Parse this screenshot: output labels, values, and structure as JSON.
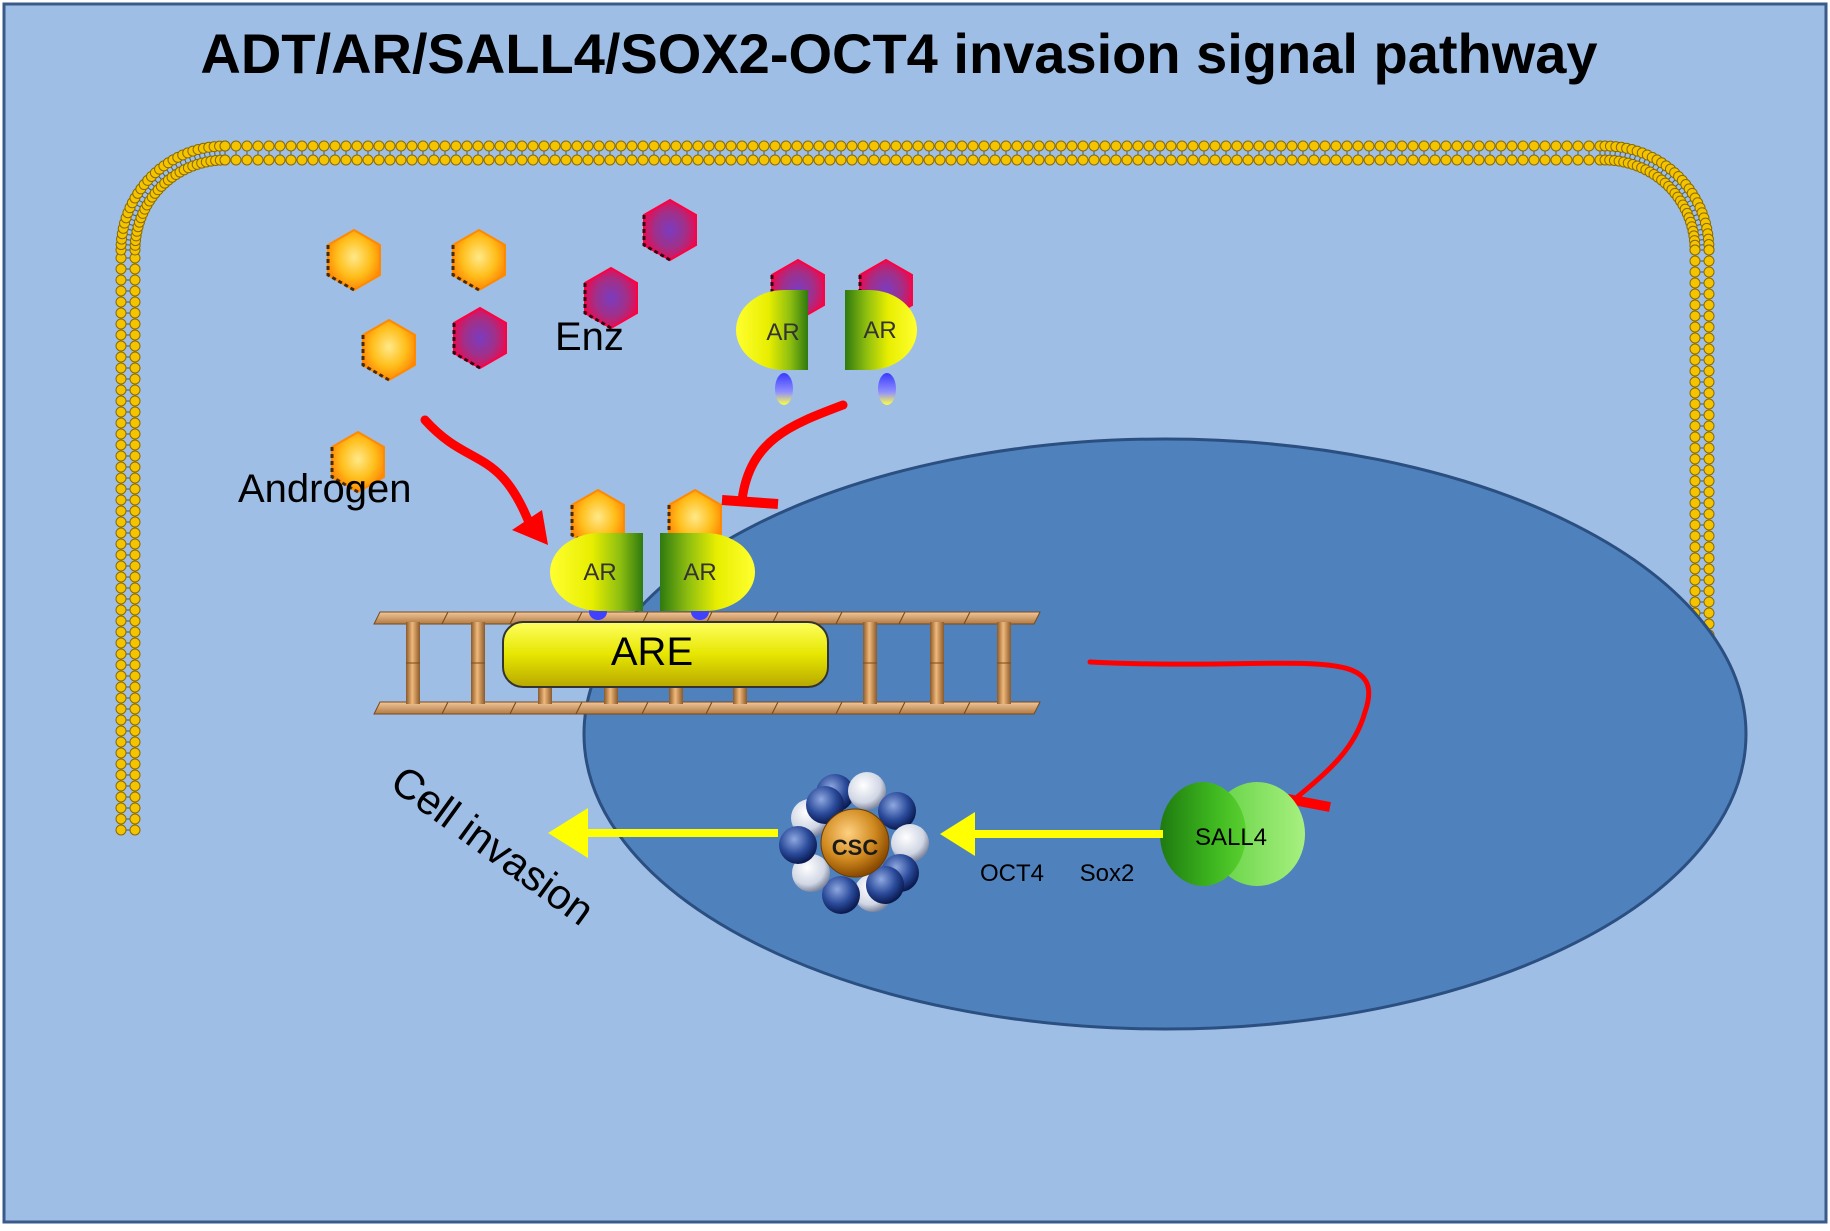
{
  "title": "ADT/AR/SALL4/SOX2-OCT4 invasion signal pathway",
  "labels": {
    "enz": "Enz",
    "androgen": "Androgen",
    "ar": "AR",
    "are": "ARE",
    "sall4": "SALL4",
    "csc": "CSC",
    "oct4": "OCT4",
    "sox2": "Sox2",
    "cell_invasion": "Cell invasion"
  },
  "colors": {
    "cell_background": "#9fbee6",
    "nucleus": "#4f81bd",
    "membrane_bead": "#f5c400",
    "activation_arrow": "#ff0000",
    "inhibition_line": "#ff0000",
    "pathway_arrow": "#ffff00",
    "receptor_yellow": "#f2f200",
    "receptor_green": "#3f8f10",
    "androgen": "#ffb000",
    "enzalutamide": "#e8004a",
    "sall4_dark": "#3daa1e",
    "sall4_light": "#86e060",
    "dna_rung": "#d6985a"
  }
}
